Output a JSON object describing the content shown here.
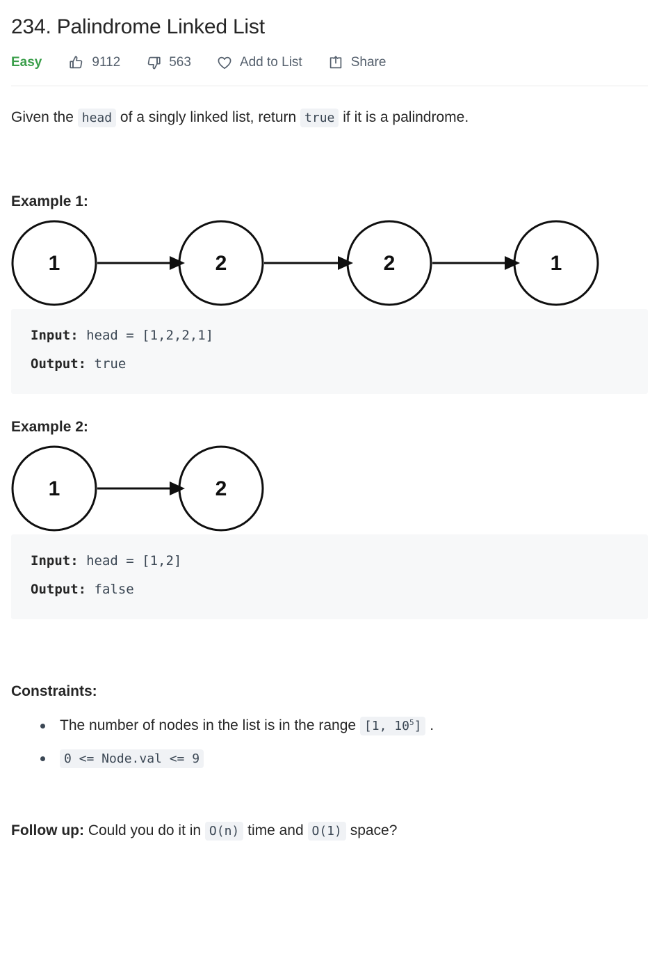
{
  "problem": {
    "title": "234. Palindrome Linked List",
    "difficulty": "Easy",
    "difficulty_color": "#3a9e4a"
  },
  "meta": {
    "likes": "9112",
    "dislikes": "563",
    "add_to_list": "Add to List",
    "share": "Share",
    "icons": [
      "thumbs-up-icon",
      "thumbs-down-icon",
      "heart-icon",
      "share-icon"
    ]
  },
  "description": {
    "part1": "Given the ",
    "code_head": "head",
    "part2": " of a singly linked list, return ",
    "code_true": "true",
    "part3": " if it is a palindrome."
  },
  "examples": [
    {
      "heading": "Example 1:",
      "nodes": [
        "1",
        "2",
        "2",
        "1"
      ],
      "input_label": "Input:",
      "input_value": "head = [1,2,2,1]",
      "output_label": "Output:",
      "output_value": "true"
    },
    {
      "heading": "Example 2:",
      "nodes": [
        "1",
        "2"
      ],
      "input_label": "Input:",
      "input_value": "head = [1,2]",
      "output_label": "Output:",
      "output_value": "false"
    }
  ],
  "constraints": {
    "heading": "Constraints:",
    "item1_text": "The number of nodes in the list is in the range ",
    "item1_code_pre": "[1, 10",
    "item1_code_sup": "5",
    "item1_code_post": "]",
    "item1_suffix": " .",
    "item2_code": "0 <= Node.val <= 9"
  },
  "followup": {
    "label": "Follow up:",
    "part1": " Could you do it in ",
    "code_time": "O(n)",
    "part2": " time and ",
    "code_space": "O(1)",
    "part3": " space?"
  },
  "colors": {
    "chip_bg": "#f0f2f5",
    "code_bg": "#f7f8f9",
    "text": "#262626",
    "muted": "#55606d"
  }
}
